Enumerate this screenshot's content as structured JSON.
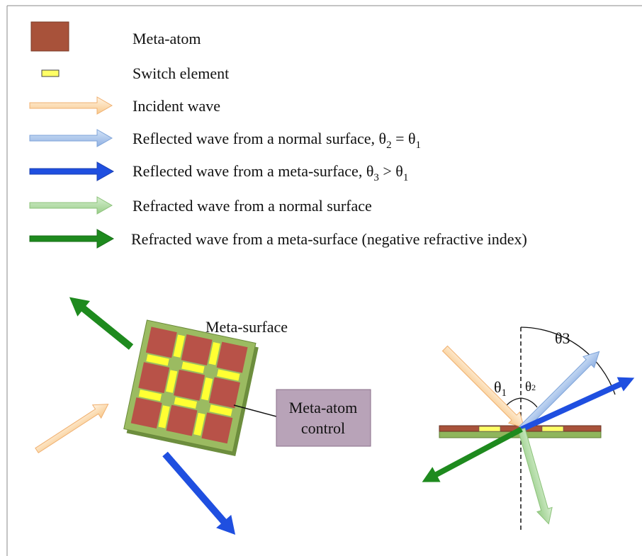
{
  "legend": {
    "meta_atom": "Meta-atom",
    "switch_element": "Switch element",
    "incident_wave": "Incident wave",
    "reflected_normal": {
      "text": "Reflected wave from a normal surface, θ",
      "sub_a": "2",
      "mid": " = θ",
      "sub_b": "1"
    },
    "reflected_meta": {
      "text": "Reflected wave from a meta-surface, θ",
      "sub_a": "3",
      "mid": " > θ",
      "sub_b": "1"
    },
    "refracted_normal": "Refracted wave from a normal surface",
    "refracted_meta": "Refracted wave from a meta-surface (negative refractive index)"
  },
  "left_diagram": {
    "title": "Meta-surface",
    "control_box": {
      "line1": "Meta-atom",
      "line2": "control"
    }
  },
  "right_diagram": {
    "theta1": "θ",
    "theta1_sub": "1",
    "theta2": "θ",
    "theta2_sub": "2",
    "theta3": "θ3"
  },
  "colors": {
    "meta_atom": "#a8523a",
    "switch_element": "#ffff33",
    "substrate": "#8fb55c",
    "incident": "#fbd7a8",
    "reflected_normal": "#9fbde8",
    "reflected_meta": "#1f4fe0",
    "refracted_normal": "#a8d79a",
    "refracted_meta": "#1e8a1e",
    "control_box": "#b8a3b8"
  }
}
